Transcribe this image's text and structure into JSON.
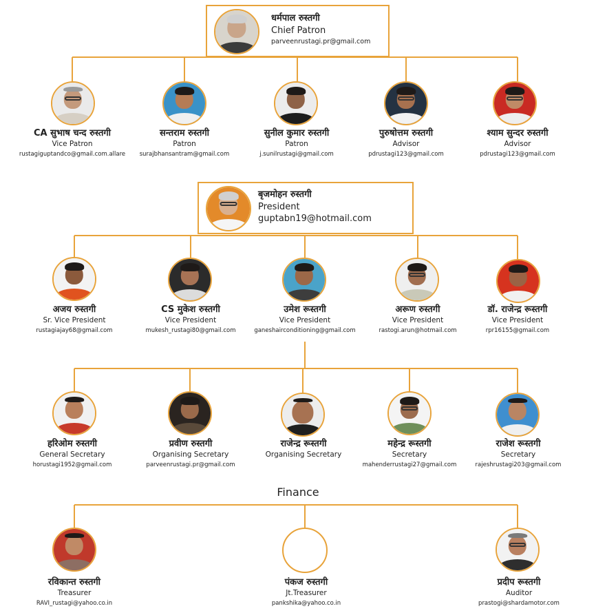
{
  "colors": {
    "connector": "#e8a33a",
    "border": "#e8a33a"
  },
  "chief": {
    "name": "धर्मपाल रुस्तगी",
    "role": "Chief Patron",
    "email": "parveenrustagi.pr@gmail.com"
  },
  "patrons": [
    {
      "name": "CA सुभाष चन्द रुस्तगी",
      "role": "Vice Patron",
      "email": "rustagiguptandco@gmail.com.allare"
    },
    {
      "name": "सन्तराम रुस्तगी",
      "role": "Patron",
      "email": "surajbhansantram@gmail.com"
    },
    {
      "name": "सुनील कुमार रुस्तगी",
      "role": "Patron",
      "email": "j.sunilrustagi@gmail.com"
    },
    {
      "name": "पुरुषोत्तम रुस्तगी",
      "role": "Advisor",
      "email": "pdrustagi123@gmail.com"
    },
    {
      "name": "श्याम सुन्दर रुस्तगी",
      "role": "Advisor",
      "email": "pdrustagi123@gmail.com"
    }
  ],
  "president": {
    "name": "बृजमोहन रुस्तगी",
    "role": "President",
    "email": "guptabn19@hotmail.com"
  },
  "vice_presidents": [
    {
      "name": "अजय रुस्तगी",
      "role": "Sr. Vice President",
      "email": "rustagiajay68@gmail.com"
    },
    {
      "name": "CS मुकेश रुस्तगी",
      "role": "Vice President",
      "email": "mukesh_rustagi80@gmail.com"
    },
    {
      "name": "उमेश रूस्तगी",
      "role": "Vice President",
      "email": "ganeshairconditioning@gmail.com"
    },
    {
      "name": "अरूण रुस्तगी",
      "role": "Vice President",
      "email": "rastogi.arun@hotmail.com"
    },
    {
      "name": "डॉ. राजेन्द्र रूस्तगी",
      "role": "Vice President",
      "email": "rpr16155@gmail.com"
    }
  ],
  "secretaries": [
    {
      "name": "हरिओम रुस्तगी",
      "role": "General Secretary",
      "email": "horustagi1952@gmail.com"
    },
    {
      "name": "प्रवीण रुस्तगी",
      "role": "Organising Secretary",
      "email": "parveenrustagi.pr@gmail.com"
    },
    {
      "name": "राजेन्द्र रूस्तगी",
      "role": "Organising Secretary",
      "email": ""
    },
    {
      "name": "महेन्द्र रूस्तगी",
      "role": "Secretary",
      "email": "mahenderrustagi27@gmail.com"
    },
    {
      "name": "राजेश रूस्तगी",
      "role": "Secretary",
      "email": "rajeshrustagi203@gmail.com"
    }
  ],
  "finance": {
    "title": "Finance",
    "members": [
      {
        "name": "रविकान्त रुस्तगी",
        "role": "Treasurer",
        "email": "RAVI_rustagi@yahoo.co.in"
      },
      {
        "name": "पंकज रुस्तगी",
        "role": "Jt.Treasurer",
        "email": "pankshika@yahoo.co.in"
      },
      {
        "name": "प्रदीप रूस्तगी",
        "role": "Auditor",
        "email": "prastogi@shardamotor.com"
      }
    ]
  }
}
